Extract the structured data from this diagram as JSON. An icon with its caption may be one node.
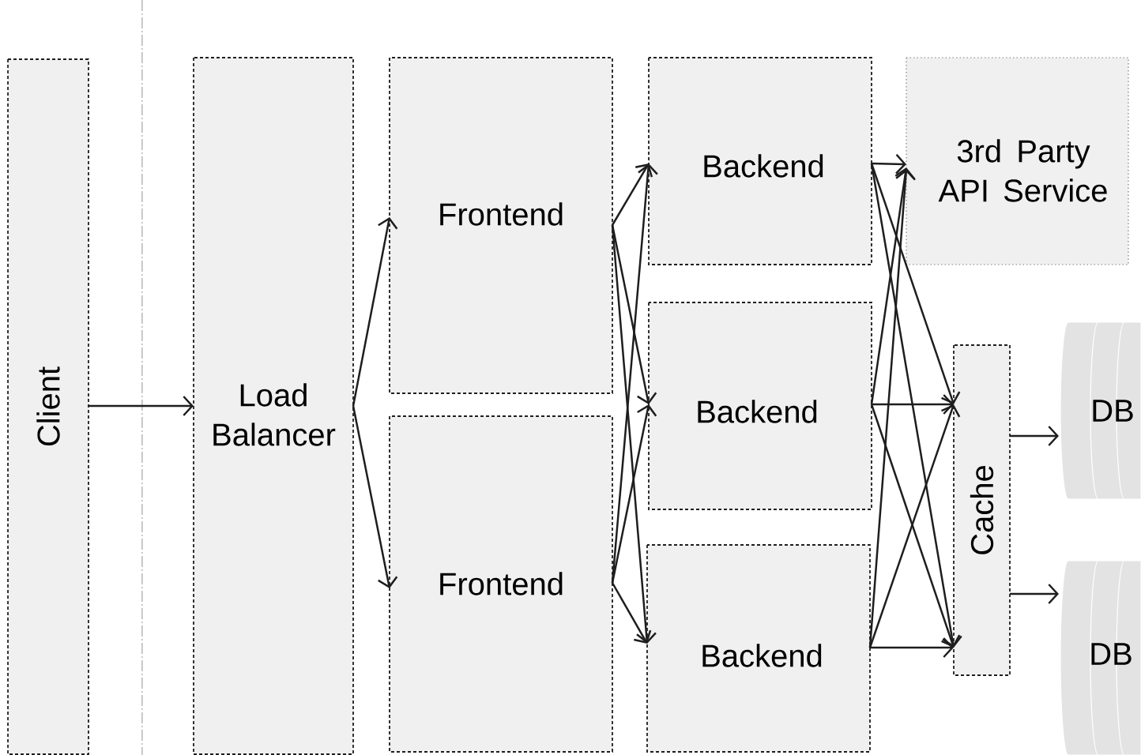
{
  "diagram": {
    "nodes": [
      {
        "text": [
          "Client"
        ]
      },
      {
        "text": [
          "Load Balancer"
        ]
      },
      {
        "text": [
          "Frontend"
        ]
      },
      {
        "text": [
          "Frontend"
        ]
      },
      {
        "text": [
          "Backend"
        ]
      },
      {
        "text": [
          "Backend"
        ]
      },
      {
        "text": [
          "Backend"
        ]
      },
      {
        "text": [
          "3rd Party API Service"
        ]
      },
      {
        "text": [
          "Cache"
        ]
      },
      {
        "text": [
          "DB"
        ]
      },
      {
        "text": [
          "DB"
        ]
      }
    ],
    "edges": [
      {
        "from": 0,
        "to": 1,
        "arrow": "to"
      },
      {
        "from": 1,
        "to": 2,
        "arrow": "to"
      },
      {
        "from": 1,
        "to": 3,
        "arrow": "to"
      },
      {
        "from": 2,
        "to": 4,
        "arrow": "to"
      },
      {
        "from": 2,
        "to": 5,
        "arrow": "to"
      },
      {
        "from": 2,
        "to": 6,
        "arrow": "to"
      },
      {
        "from": 3,
        "to": 4,
        "arrow": "to"
      },
      {
        "from": 3,
        "to": 5,
        "arrow": "to"
      },
      {
        "from": 3,
        "to": 6,
        "arrow": "to"
      },
      {
        "from": 4,
        "to": 7,
        "arrow": "to"
      },
      {
        "from": 4,
        "to": 8,
        "arrow": "to"
      },
      {
        "from": 4,
        "to": 8,
        "arrow": "to"
      },
      {
        "from": 5,
        "to": 7,
        "arrow": "to"
      },
      {
        "from": 5,
        "to": 8,
        "arrow": "to"
      },
      {
        "from": 5,
        "to": 8,
        "arrow": "to"
      },
      {
        "from": 6,
        "to": 7,
        "arrow": "to"
      },
      {
        "from": 6,
        "to": 8,
        "arrow": "to"
      },
      {
        "from": 6,
        "to": 8,
        "arrow": "to"
      },
      {
        "from": 8,
        "to": 9,
        "arrow": "to"
      },
      {
        "from": 8,
        "to": 10,
        "arrow": "to"
      }
    ]
  }
}
